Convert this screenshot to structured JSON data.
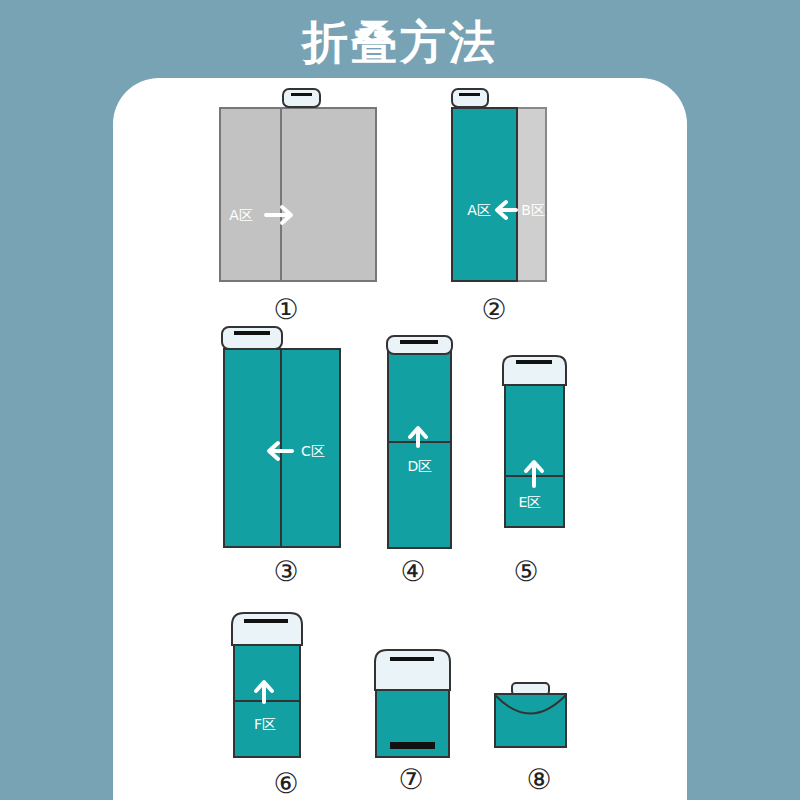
{
  "diagram": {
    "title": "折叠方法",
    "labels": [
      "A区",
      "①",
      "A区",
      "B区",
      "②",
      "C区",
      "③",
      "D区",
      "④",
      "E区",
      "⑤",
      "F区",
      "⑥",
      "⑦",
      "⑧"
    ]
  }
}
